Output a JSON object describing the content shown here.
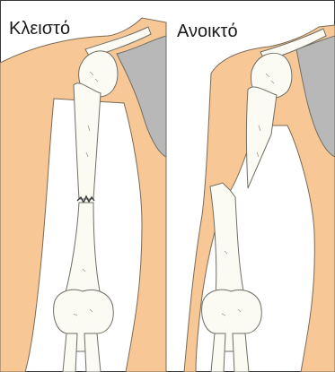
{
  "labels": {
    "closed": "Κλειστό",
    "open": "Ανοικτό"
  },
  "colors": {
    "skin": "#f7c895",
    "skin_outline": "#7a6a58",
    "bone": "#fbfbf3",
    "bone_outline": "#6f6f66",
    "shadow_gray": "#b8b8b8",
    "border": "#3a3a3a",
    "background": "#ffffff"
  },
  "icons": [
    "humerus-bone-closed-fracture",
    "humerus-bone-open-fracture",
    "shoulder-scapula"
  ]
}
